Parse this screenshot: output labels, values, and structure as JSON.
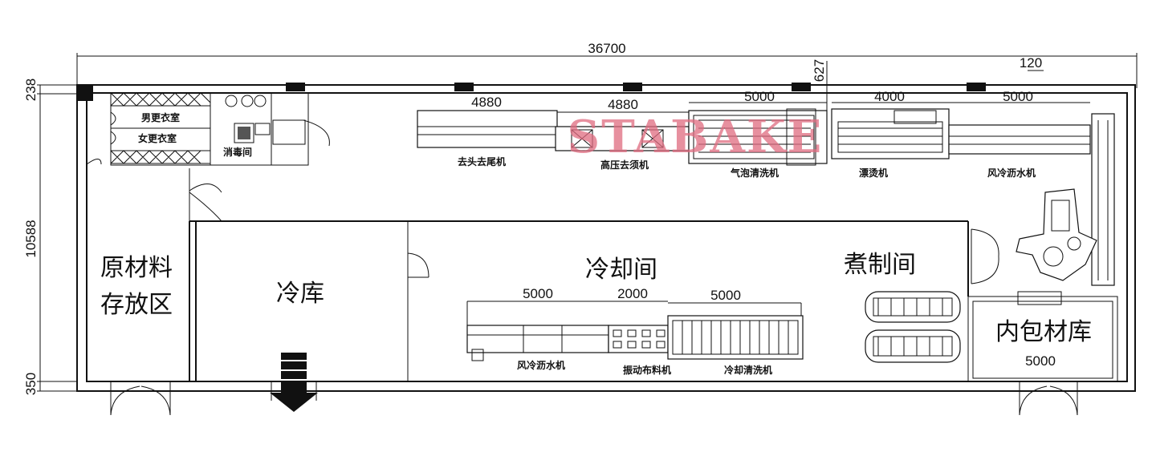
{
  "dimensions": {
    "overall_width": "36700",
    "overall_depth": "10588",
    "top_wall": "238",
    "bottom_wall": "350",
    "right_offset": "120",
    "gap_627": "627",
    "line1": [
      "4880",
      "4880",
      "5000",
      "4000",
      "5000"
    ],
    "line2": [
      "5000",
      "2000",
      "5000"
    ],
    "packing_store_width": "5000"
  },
  "rooms": {
    "male_locker": "男更衣室",
    "female_locker": "女更衣室",
    "disinfection": "消毒间",
    "raw_material_l1": "原材料",
    "raw_material_l2": "存放区",
    "cold_store": "冷库",
    "cooling_room": "冷却间",
    "cooking_room": "煮制间",
    "packing_store": "内包材库"
  },
  "machines": {
    "head_tail_remover": "去头去尾机",
    "hp_beard_remover": "高压去须机",
    "bubble_washer": "气泡清洗机",
    "blancher": "漂烫机",
    "air_dryer_top": "风冷沥水机",
    "air_dryer_bottom": "风冷沥水机",
    "vibrating_distributor": "振动布料机",
    "cooling_washer": "冷却清洗机"
  },
  "watermark": "STABAKE",
  "colors": {
    "watermark": "#e06b80",
    "line": "#111111"
  }
}
